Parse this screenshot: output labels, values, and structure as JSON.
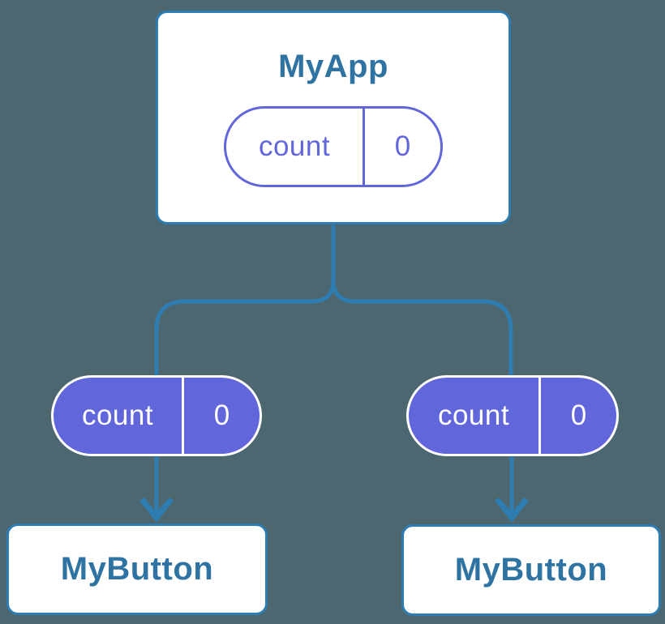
{
  "colors": {
    "background": "#4C6770",
    "line_blue": "#2E7DB2",
    "component_text": "#2F73A3",
    "state_purple": "#6166DB",
    "card_bg": "#FFFFFF",
    "pill_text_on_purple": "#FFFFFF"
  },
  "diagram": {
    "root": {
      "title": "MyApp",
      "state": {
        "name": "count",
        "value": "0"
      }
    },
    "children": [
      {
        "title": "MyButton",
        "prop": {
          "name": "count",
          "value": "0"
        }
      },
      {
        "title": "MyButton",
        "prop": {
          "name": "count",
          "value": "0"
        }
      }
    ]
  }
}
